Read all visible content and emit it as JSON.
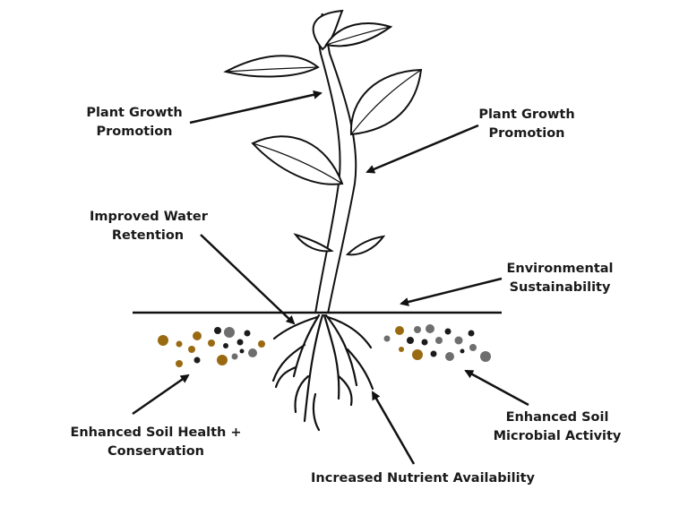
{
  "labels": {
    "growth_left": [
      "Plant Growth",
      "Promotion"
    ],
    "growth_right": [
      "Plant Growth",
      "Promotion"
    ],
    "water": [
      "Improved Water",
      "Retention"
    ],
    "environment": [
      "Environmental",
      "Sustainability"
    ],
    "soil_health": [
      "Enhanced Soil Health +",
      "Conservation"
    ],
    "microbial": [
      "Enhanced Soil",
      "Microbial Activity"
    ],
    "nutrient": [
      "Increased Nutrient Availability"
    ]
  },
  "colors": {
    "ink": "#111111",
    "gold": "#9a6a12",
    "dark": "#1b1b1b",
    "gray": "#6e6e6e"
  },
  "icons": {
    "plant": "plant-illustration",
    "soil": "soil-particles"
  }
}
